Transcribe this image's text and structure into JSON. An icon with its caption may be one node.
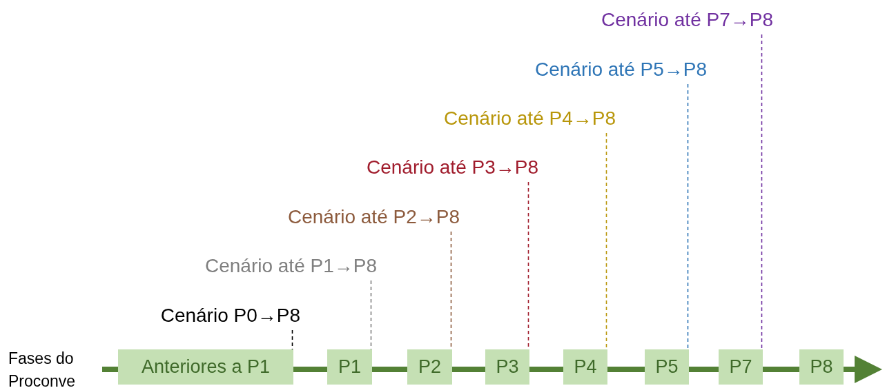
{
  "diagram": {
    "nodes": [
      {
        "text": [
          "Anteriores a P1"
        ]
      },
      {
        "text": [
          "P1"
        ]
      },
      {
        "text": [
          "P2"
        ]
      },
      {
        "text": [
          "P3"
        ]
      },
      {
        "text": [
          "P4"
        ]
      },
      {
        "text": [
          "P5"
        ]
      },
      {
        "text": [
          "P7"
        ]
      },
      {
        "text": [
          "P8"
        ]
      },
      {
        "text": [
          "Cenário P0→P8"
        ]
      },
      {
        "text": [
          "Cenário até P1→P8"
        ]
      },
      {
        "text": [
          "Cenário até P2→P8"
        ]
      },
      {
        "text": [
          "Cenário até P3→P8"
        ]
      },
      {
        "text": [
          "Cenário até P4→P8"
        ]
      },
      {
        "text": [
          "Cenário até P5→P8"
        ]
      },
      {
        "text": [
          "Cenário até P7→P8"
        ]
      }
    ],
    "edges": [
      {
        "from": null,
        "to": 0,
        "arrow": "none"
      },
      {
        "from": 0,
        "to": 1,
        "arrow": "none"
      },
      {
        "from": 1,
        "to": 2,
        "arrow": "none"
      },
      {
        "from": 2,
        "to": 3,
        "arrow": "none"
      },
      {
        "from": 3,
        "to": 4,
        "arrow": "none"
      },
      {
        "from": 4,
        "to": 5,
        "arrow": "none"
      },
      {
        "from": 5,
        "to": 6,
        "arrow": "none"
      },
      {
        "from": 6,
        "to": 7,
        "arrow": "none"
      },
      {
        "from": 7,
        "to": null,
        "arrow": "to"
      },
      {
        "from": 8,
        "to": 0,
        "arrow": "none",
        "style": "dashed",
        "color": "#000000"
      },
      {
        "from": 9,
        "to": 1,
        "arrow": "none",
        "style": "dashed",
        "color": "#7f7f7f"
      },
      {
        "from": 10,
        "to": 2,
        "arrow": "none",
        "style": "dashed",
        "color": "#8c5a3c"
      },
      {
        "from": 11,
        "to": 3,
        "arrow": "none",
        "style": "dashed",
        "color": "#a01c2c"
      },
      {
        "from": 12,
        "to": 4,
        "arrow": "none",
        "style": "dashed",
        "color": "#b8960a"
      },
      {
        "from": 13,
        "to": 5,
        "arrow": "none",
        "style": "dashed",
        "color": "#2e75b6"
      },
      {
        "from": 14,
        "to": 6,
        "arrow": "none",
        "style": "dashed",
        "color": "#7030a0"
      }
    ],
    "labels": [
      "Fases do Proconve"
    ]
  }
}
